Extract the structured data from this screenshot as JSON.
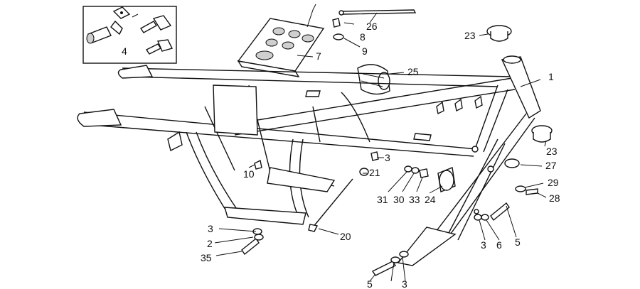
{
  "diagram": {
    "callouts": [
      {
        "id": "c1",
        "text": "1"
      },
      {
        "id": "c4",
        "text": "4"
      },
      {
        "id": "c7",
        "text": "7"
      },
      {
        "id": "c8",
        "text": "8"
      },
      {
        "id": "c9",
        "text": "9"
      },
      {
        "id": "c26",
        "text": "26"
      },
      {
        "id": "c23a",
        "text": "23"
      },
      {
        "id": "c25",
        "text": "25"
      },
      {
        "id": "c23b",
        "text": "23"
      },
      {
        "id": "c27",
        "text": "27"
      },
      {
        "id": "c29",
        "text": "29"
      },
      {
        "id": "c28",
        "text": "28"
      },
      {
        "id": "c10",
        "text": "10"
      },
      {
        "id": "c3a",
        "text": "3"
      },
      {
        "id": "c21",
        "text": "21"
      },
      {
        "id": "c31",
        "text": "31"
      },
      {
        "id": "c30",
        "text": "30"
      },
      {
        "id": "c33",
        "text": "33"
      },
      {
        "id": "c24",
        "text": "24"
      },
      {
        "id": "c3b",
        "text": "3"
      },
      {
        "id": "c2",
        "text": "2"
      },
      {
        "id": "c35",
        "text": "35"
      },
      {
        "id": "c20",
        "text": "20"
      },
      {
        "id": "c3c",
        "text": "3"
      },
      {
        "id": "c6",
        "text": "6"
      },
      {
        "id": "c5a",
        "text": "5"
      },
      {
        "id": "c5b",
        "text": "5"
      },
      {
        "id": "c3d",
        "text": "3"
      }
    ]
  }
}
